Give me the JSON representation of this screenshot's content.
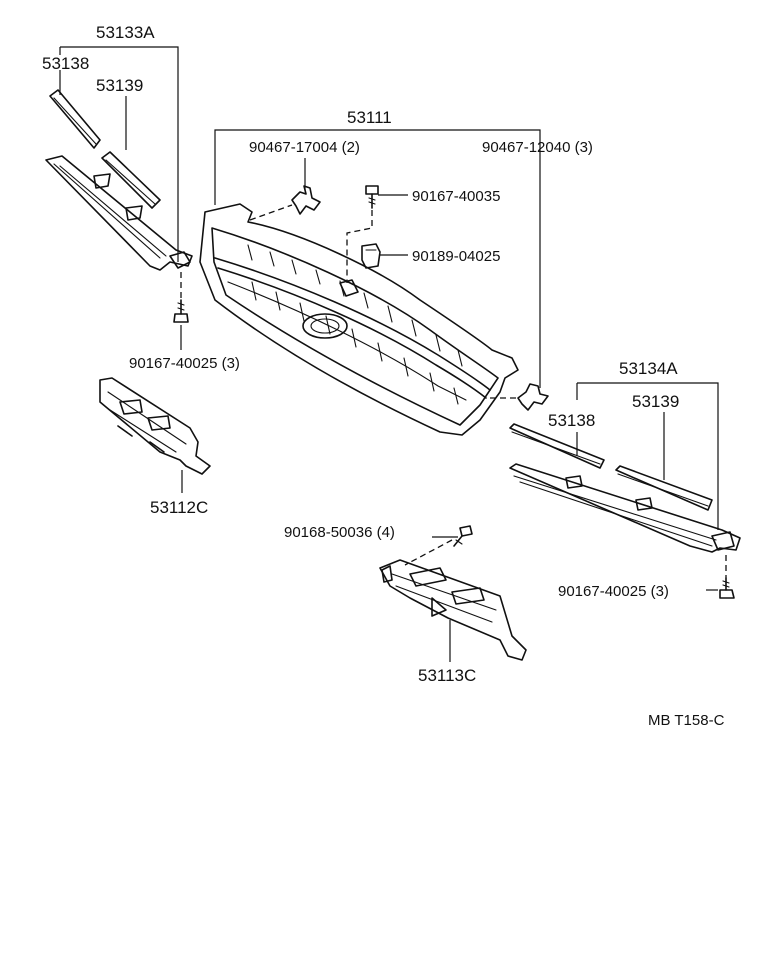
{
  "labels": {
    "upper_left_assembly": "53133A",
    "upper_left_molding_a": "53138",
    "upper_left_molding_b": "53139",
    "grille": "53111",
    "clip_left": "90467-17004 (2)",
    "clip_right": "90467-12040 (3)",
    "screw_top": "90167-40035",
    "nut": "90189-04025",
    "screw_left": "90167-40025 (3)",
    "bracket_left": "53112C",
    "upper_right_assembly": "53134A",
    "upper_right_molding_a": "53138",
    "upper_right_molding_b": "53139",
    "screw_center": "90168-50036 (4)",
    "screw_right": "90167-40025 (3)",
    "bracket_right": "53113C",
    "figure_code": "MB T158-C"
  }
}
